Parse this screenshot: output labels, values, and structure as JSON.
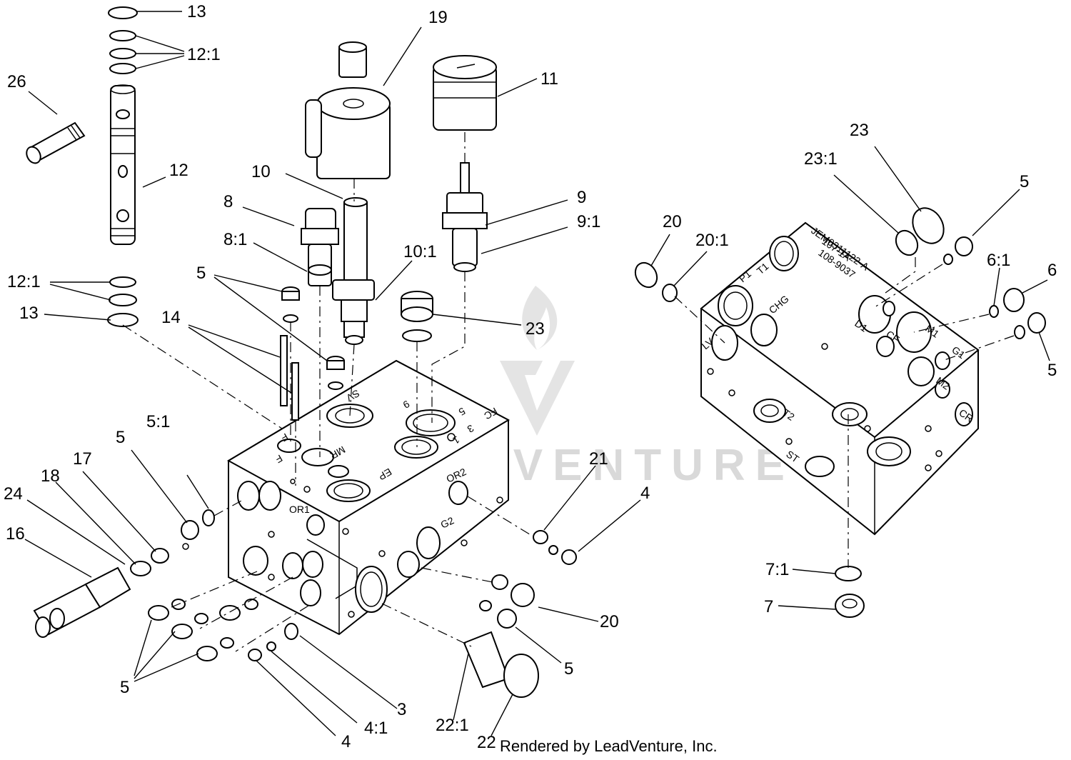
{
  "callouts": {
    "c13a": "13",
    "c12_1a": "12:1",
    "c26": "26",
    "c12": "12",
    "c12_1b": "12:1",
    "c13b": "13",
    "c19": "19",
    "c10": "10",
    "c8": "8",
    "c8_1": "8:1",
    "c5a": "5",
    "c14": "14",
    "c11": "11",
    "c9": "9",
    "c9_1": "9:1",
    "c10_1": "10:1",
    "c23a": "23",
    "c5_1": "5:1",
    "c5b": "5",
    "c17": "17",
    "c18": "18",
    "c24": "24",
    "c16": "16",
    "c21": "21",
    "c4a": "4",
    "c20a": "20",
    "c5c": "5",
    "c5d": "5",
    "c3": "3",
    "c4_1": "4:1",
    "c4b": "4",
    "c22_1": "22:1",
    "c22": "22",
    "c23b": "23",
    "c23_1": "23:1",
    "c5e": "5",
    "c20b": "20",
    "c20_1": "20:1",
    "c6_1": "6:1",
    "c6": "6",
    "c5f": "5",
    "c7_1": "7:1",
    "c7": "7"
  },
  "port_labels": {
    "sv": "SV",
    "mr": "MR",
    "f": "F",
    "ep": "EP",
    "or1": "OR1",
    "or2": "OR2",
    "g2": "G2",
    "fc": "FC",
    "n9": "9",
    "n3": "3",
    "n1": "1",
    "n5": "5",
    "p1": "P1",
    "t1": "T1",
    "lv": "LV",
    "chg": "CHG",
    "d1": "D1",
    "cf": "CF",
    "m1": "M1",
    "g1": "G1",
    "m2": "M2",
    "cr": "CR",
    "t2": "T2",
    "st": "ST",
    "part_no": "108-9037",
    "model_a": "JEM0311122-A",
    "model_b": "107-1A"
  },
  "watermark": "LEADVENTURE",
  "credit": "Rendered by LeadVenture, Inc."
}
